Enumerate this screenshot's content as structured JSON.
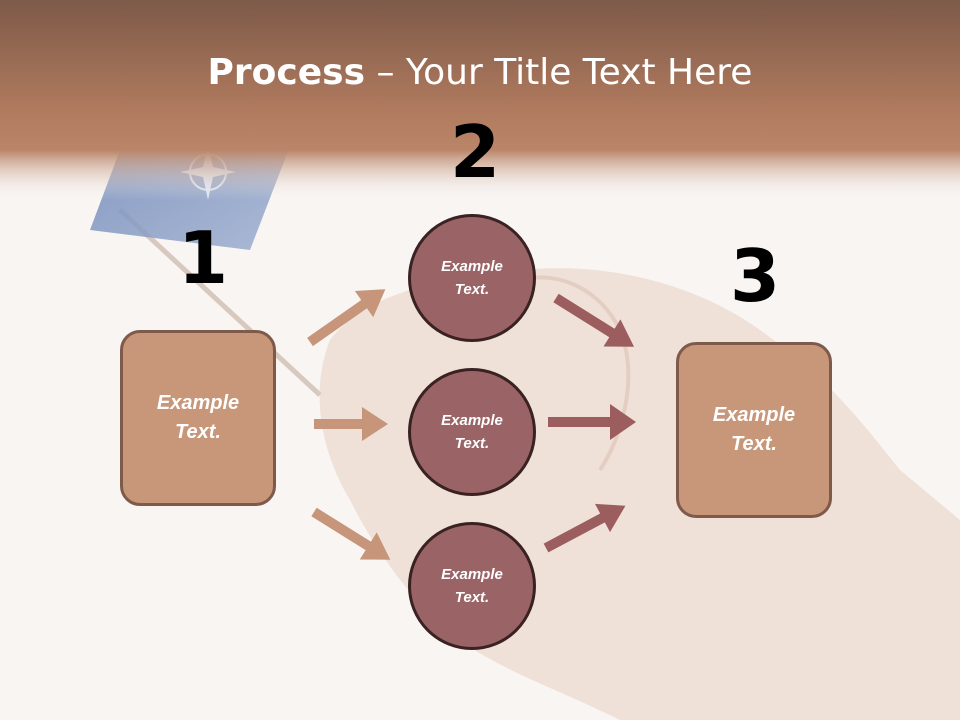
{
  "slide": {
    "title_bold": "Process",
    "title_rest": " – Your Title Text Here"
  },
  "steps": {
    "one": {
      "number": "1",
      "label": "Example\nText."
    },
    "two": {
      "number": "2",
      "items": [
        "Example\nText.",
        "Example\nText.",
        "Example\nText."
      ]
    },
    "three": {
      "number": "3",
      "label": "Example\nText."
    }
  },
  "colors": {
    "header_band": "#a9745b",
    "box_fill": "#c8977a",
    "circle_fill": "#9a6366",
    "arrow_light": "#c6957a",
    "arrow_dark": "#9c5d5f"
  }
}
